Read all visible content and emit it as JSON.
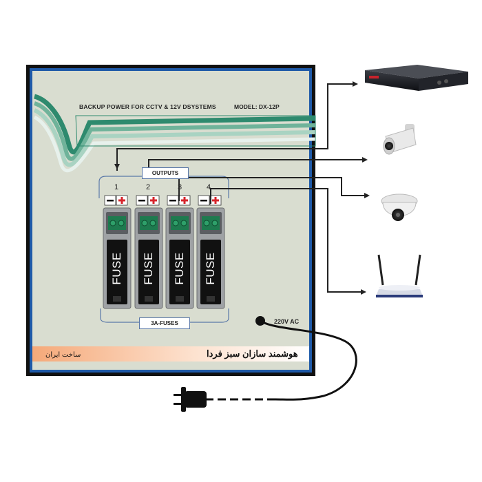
{
  "panel": {
    "title": "BACKUP POWER FOR CCTV & 12V DSYSTEMS",
    "model": "MODEL: DX-12P",
    "outputs_label": "OUTPUTS",
    "output_numbers": [
      "1",
      "2",
      "3",
      "4"
    ],
    "fuse_label": "FUSE",
    "fuses_caption": "3A-FUSES",
    "ac_label": "220V AC",
    "brand_fa": "هوشمند سازان سبز فردا",
    "made_in_fa": "ساخت ایران"
  },
  "devices": [
    {
      "name": "dvr-recorder",
      "icon": "dvr-icon"
    },
    {
      "name": "bullet-camera",
      "icon": "bullet-camera-icon"
    },
    {
      "name": "dome-camera",
      "icon": "dome-camera-icon"
    },
    {
      "name": "wifi-router",
      "icon": "router-icon"
    }
  ],
  "colors": {
    "panel_bg": "#d9ddd0",
    "panel_border": "#1f5aa8",
    "frame_outer": "#111111",
    "cables": [
      "#2e8a6e",
      "#6fb39a",
      "#a9d3c2",
      "#e7f1ec"
    ],
    "arrow": "#222222",
    "plus": "#d6242b",
    "footer_gradient": [
      "#f5a979",
      "#ffffff"
    ]
  }
}
